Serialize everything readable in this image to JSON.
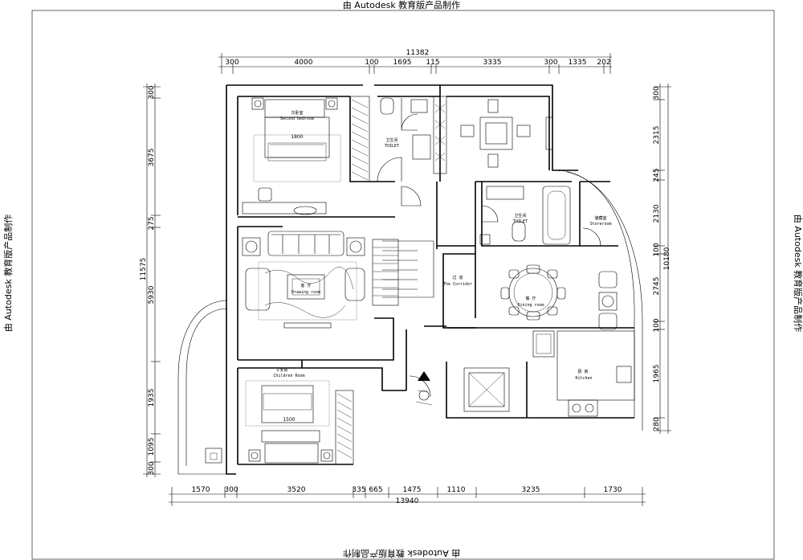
{
  "watermark": "由 Autodesk 教育版产品制作",
  "dims_top": {
    "total": "11382",
    "segments": [
      "300",
      "4000",
      "100",
      "1695",
      "115",
      "3335",
      "300",
      "1335",
      "202"
    ]
  },
  "dims_bottom": {
    "total": "13940",
    "segments": [
      "1570",
      "300",
      "3520",
      "335",
      "665",
      "1475",
      "1110",
      "3235",
      "1730"
    ]
  },
  "dims_left": {
    "total": "11575",
    "segments": [
      "300",
      "3675",
      "275",
      "5930",
      "1935",
      "1095",
      "300"
    ]
  },
  "dims_right": {
    "total": "10180",
    "segments": [
      "300",
      "2315",
      "245",
      "2130",
      "100",
      "2745",
      "100",
      "1965",
      "280"
    ]
  },
  "rooms": {
    "second_bedroom": {
      "cn": "次卧室",
      "en": "Second bedroom",
      "bed": "1800"
    },
    "toilet1": {
      "cn": "卫生间",
      "en": "TOILET"
    },
    "toilet2": {
      "cn": "卫生间",
      "en": "TOILET"
    },
    "storeroom": {
      "cn": "储藏室",
      "en": "Storeroom"
    },
    "drawing_room": {
      "cn": "客 厅",
      "en": "Drawing room"
    },
    "corridor": {
      "cn": "过 道",
      "en": "The Corridor"
    },
    "dining_room": {
      "cn": "餐 厅",
      "en": "Dining room"
    },
    "children_room": {
      "cn": "子女房",
      "en": "Children Room",
      "bed": "1500"
    },
    "kitchen": {
      "cn": "厨 房",
      "en": "Kitchen"
    }
  }
}
